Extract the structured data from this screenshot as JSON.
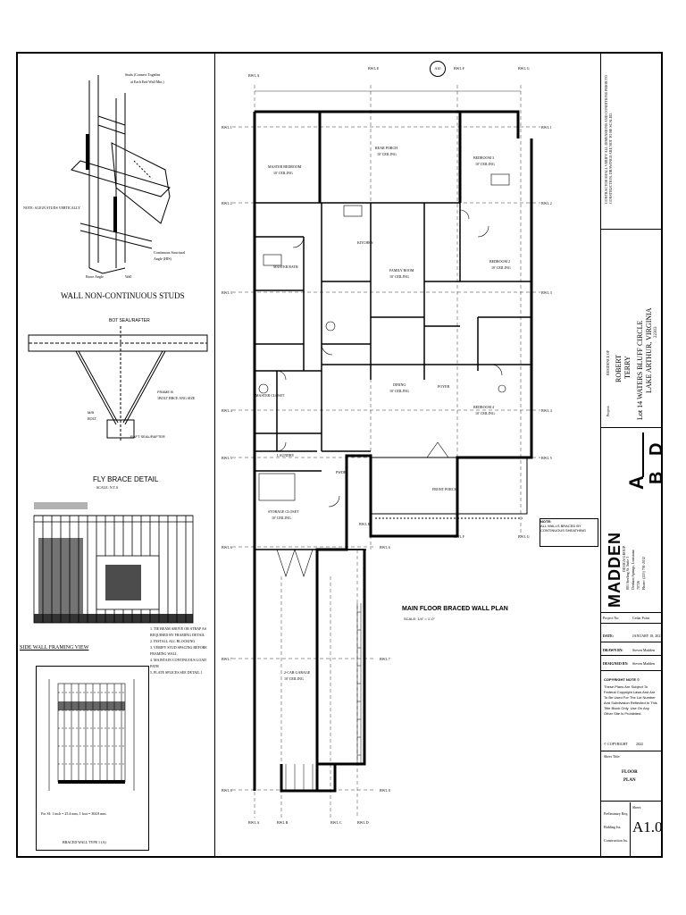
{
  "left_panel": {
    "stud_callouts": {
      "studs_connect": "Studs (Connect Together",
      "each_end": "at Each End Wall Min.)",
      "note_align": "NOTE: ALIGN STUDS VERTICALLY",
      "continuous_structural": "Continuous Structural",
      "angle": "Angle (HIS)",
      "brace_angle": "Brace Angle",
      "wall_label": "Wall"
    },
    "wall_title": "WALL  NON-CONTINUOUS STUDS",
    "fly_brace": {
      "top_label": "BOT SEAL/RAFTER",
      "brace_label": "FRAME B",
      "brace_sub": "1BOLT BRCE ANG SIZE",
      "bolt_label": "M/B",
      "bolt_sub": "BOLT",
      "bottom_label": "RAFT SEAL/RAFTER",
      "title": "FLY BRACE DETAIL",
      "scale": "SCALE: N.T.S"
    },
    "side_wall_title": "SIDE WALL FRAMING VIEW",
    "side_wall_notes": [
      "1. TIE BEAM ABOVE OR STRAP AS REQUIRED BY FRAMING DETAIL",
      "2. INSTALL ALL BLOCKING",
      "3. VERIFY STUD SPACING BEFORE FRAMING WALL",
      "4. MAINTAIN CONTINUOUS LOAD PATH",
      "5. PLATE SPLICES SEE DETAIL 1"
    ],
    "braced_wall_caption": "For SI: 1 inch = 25.4 mm, 1 foot = 304.8 mm.",
    "braced_wall_title": "BRACED WALL TYPE 1 (A)"
  },
  "plan": {
    "grid_top": [
      "BWL A",
      "BWL E",
      "BWL F",
      "BWL G"
    ],
    "grid_bottom": [
      "BWL A",
      "BWL B",
      "BWL C",
      "BWL D"
    ],
    "grid_right": [
      "BWL 1",
      "BWL 2",
      "BWL 3",
      "BWL 4",
      "BWL 5"
    ],
    "grid_left": [
      "BWL 1",
      "BWL 2",
      "BWL 3",
      "BWL 4",
      "BWL 5",
      "BWL 6",
      "BWL 7",
      "BWL 8"
    ],
    "grid_mid": [
      "BWL E",
      "BWL F",
      "BWL G",
      "BWL 6",
      "BWL 7",
      "BWL 8"
    ],
    "north": "A10",
    "rooms": {
      "master_bedroom": "MASTER BEDROOM",
      "master_bedroom_clg": "10' CEILING",
      "rear_porch": "REAR PORCH",
      "rear_porch_clg": "10' CEILING",
      "bedroom3": "BEDROOM 3",
      "bedroom3_clg": "10' CEILING",
      "bedroom2": "BEDROOM 2",
      "bedroom2_clg": "10' CEILING",
      "bedroom4": "BEDROOM 4",
      "bedroom4_clg": "10' CEILING",
      "family_room": "FAMILY ROOM",
      "family_room_clg": "10' CEILING",
      "kitchen": "KITCHEN",
      "dining": "DINING",
      "dining_clg": "10' CEILING",
      "foyer": "FOYER",
      "master_bath": "MASTER BATH",
      "master_closet": "MASTER CLOSET",
      "laundry": "LAUNDRY",
      "storage_closet": "STORAGE CLOSET",
      "storage_closet_clg": "10' CEILING",
      "front_porch": "FRONT PORCH",
      "garage": "2-CAR GARAGE",
      "garage_clg": "10' CEILING",
      "pwdr": "PWDR"
    },
    "note_title": "NOTE:",
    "note_body": "ALL WALLS BRACED BY CONTINUOUS SHEATHING",
    "plan_title": "MAIN FLOOR BRACED WALL PLAN",
    "plan_scale": "SCALE: 1/4\" = 1'-0\""
  },
  "title_block": {
    "disclaimer": "CONTRACTOR SHALL VERIFY ALL DIMENSIONS AND CONDITIONS PRIOR TO CONSTRUCTION. DRAWINGS ARE NOT TO BE SCALED.",
    "residence_of": "RESIDENCE OF",
    "owner_1": "ROBERT",
    "owner_2": "TERRY",
    "address_1": "Lot 14 WATERS BLUFF CIRCLE",
    "address_2": "LAKE ARTHUR, VIRGINIA",
    "zip": "22303",
    "project_label": "Project:",
    "firm_name": "MADDEN",
    "firm_sub": "DESIGN GROUP",
    "firm_addr_1": "801 Sterling St. Suite 3",
    "firm_addr_2": "Denham Springs, Louisiana",
    "firm_addr_3": "70726",
    "firm_phone": "Phone: (225) 791-2012",
    "logo_letters": [
      "A",
      "B",
      "D"
    ],
    "project_no_label": "Project No:",
    "project_no": "Cedar Point",
    "date_label": "DATE:",
    "date": "JANUARY 18, 2023",
    "drawn_label": "DRAWN BY:",
    "drawn": "Steven Madden",
    "designed_label": "DESIGNED BY:",
    "designed": "Steven Madden",
    "copyright_title": "COPYRIGHT NOTE ©",
    "copyright_body": "These Plans Are Subject To Federal Copyright Laws And Are To Be Used For The Lot Number And Subdivision Reflected In This Title Block Only. Use On Any Other Site Is Prohibited.",
    "copyright_label": "© COPYRIGHT",
    "copyright_year": "2022",
    "sheet_title_label": "Sheet Title:",
    "sheet_title_1": "FLOOR",
    "sheet_title_2": "PLAN",
    "issue_1": "Preliminary Req.",
    "issue_2": "Bidding Iss.",
    "issue_3": "Construction Iss.",
    "sheet_label": "Sheet:",
    "sheet_no": "A1.0"
  }
}
